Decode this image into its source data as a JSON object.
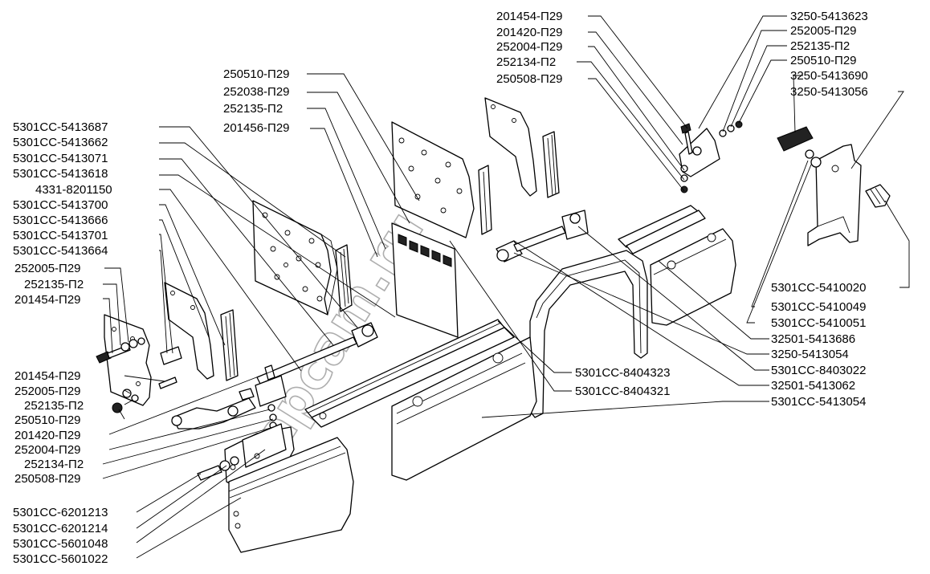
{
  "watermark": "zapcam.ru",
  "labels_left": [
    "250510-П29",
    "252038-П29",
    "252135-П2",
    "201456-П29",
    "5301СС-5413687",
    "5301СС-5413662",
    "5301СС-5413071",
    "5301СС-5413618",
    "4331-8201150",
    "5301СС-5413700",
    "5301СС-5413666",
    "5301СС-5413701",
    "5301СС-5413664",
    "252005-П29",
    "252135-П2",
    "201454-П29",
    "201454-П29",
    "252005-П29",
    "252135-П2",
    "250510-П29",
    "201420-П29",
    "252004-П29",
    "252134-П2",
    "250508-П29",
    "5301СС-6201213",
    "5301СС-6201214",
    "5301СС-5601048",
    "5301СС-5601022"
  ],
  "labels_top": [
    "201454-П29",
    "201420-П29",
    "252004-П29",
    "252134-П2",
    "250508-П29"
  ],
  "labels_right": [
    "3250-5413623",
    "252005-П29",
    "252135-П2",
    "250510-П29",
    "3250-5413690",
    "3250-5413056",
    "5301СС-5410020",
    "5301СС-5410049",
    "5301СС-5410051",
    "32501-5413686",
    "3250-5413054",
    "5301СС-8403022",
    "32501-5413062",
    "5301СС-5413054"
  ],
  "labels_center": [
    "5301СС-8404323",
    "5301СС-8404321"
  ]
}
